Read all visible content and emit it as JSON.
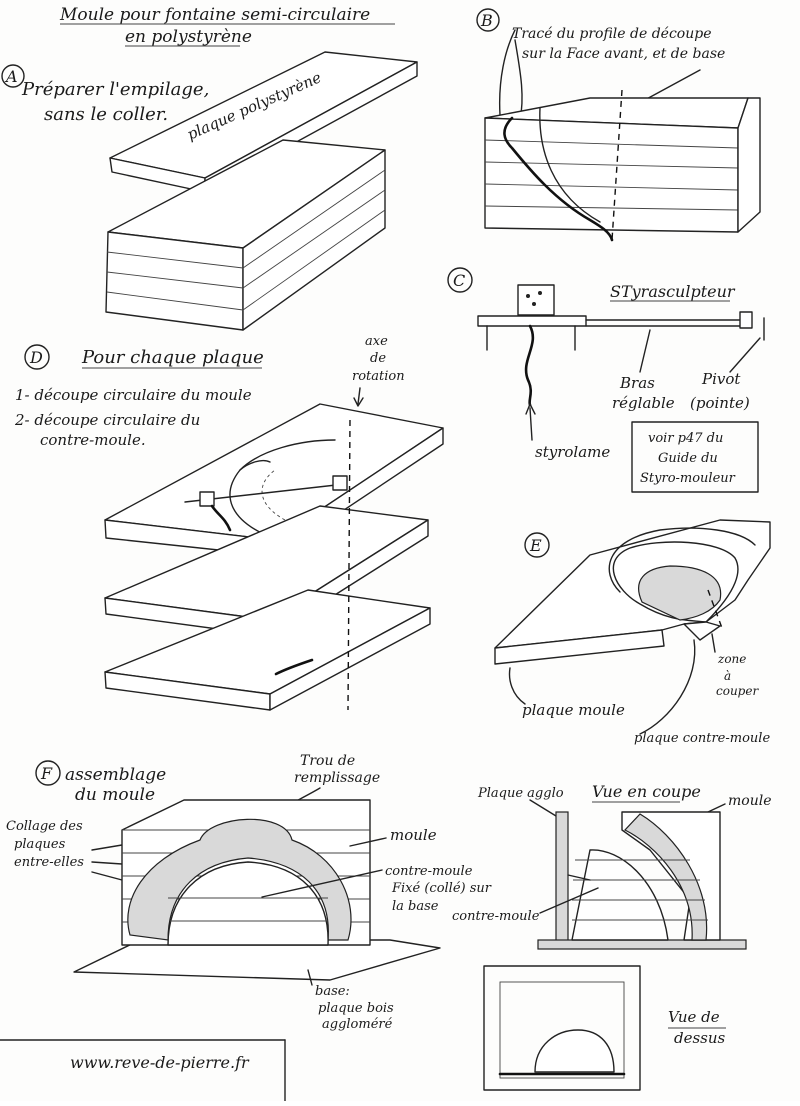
{
  "title": {
    "line1": "Moule pour fontaine semi-circulaire",
    "line2": "en polystyrène"
  },
  "steps": {
    "A": {
      "letter": "A",
      "text_line1": "Préparer l'empilage,",
      "text_line2": "sans le coller.",
      "plate_label": "plaque polystyrène"
    },
    "B": {
      "letter": "B",
      "label_line1": "Tracé du profile de découpe",
      "label_line2": "sur la Face avant, et de base"
    },
    "C": {
      "letter": "C",
      "tool_name": "STyrasculpteur",
      "blade": "styrolame",
      "arm_line1": "Bras",
      "arm_line2": "réglable",
      "pivot_line1": "Pivot",
      "pivot_line2": "(pointe)",
      "ref_line1": "voir p47 du",
      "ref_line2": "Guide du",
      "ref_line3": "Styro-mouleur"
    },
    "D": {
      "letter": "D",
      "heading": "Pour chaque plaque",
      "item1": "1- découpe circulaire du moule",
      "item2_line1": "2- découpe circulaire du",
      "item2_line2": "contre-moule.",
      "axis_line1": "axe",
      "axis_line2": "de",
      "axis_line3": "rotation"
    },
    "E": {
      "letter": "E",
      "zone_line1": "zone",
      "zone_line2": "à",
      "zone_line3": "couper",
      "plate_mold": "plaque moule",
      "plate_counter": "plaque contre-moule"
    },
    "F": {
      "letter": "F",
      "heading_line1": "assemblage",
      "heading_line2": "du moule",
      "hole_line1": "Trou de",
      "hole_line2": "remplissage",
      "gluing_line1": "Collage des",
      "gluing_line2": "plaques",
      "gluing_line3": "entre-elles",
      "mold": "moule",
      "counter_line1": "contre-moule",
      "counter_line2": "Fixé (collé) sur",
      "counter_line3": "la base",
      "base_line1": "base:",
      "base_line2": "plaque bois",
      "base_line3": "aggloméré"
    },
    "section": {
      "heading": "Vue en coupe",
      "chip_plate": "Plaque agglo",
      "mold": "moule",
      "counter": "contre-moule"
    },
    "top": {
      "line1": "Vue de",
      "line2": "dessus"
    }
  },
  "footer": {
    "url": "www.reve-de-pierre.fr"
  }
}
